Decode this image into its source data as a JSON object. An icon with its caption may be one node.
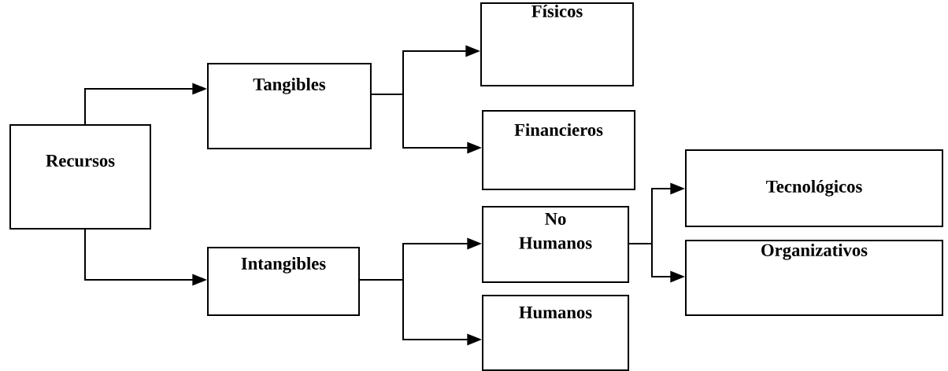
{
  "diagram": {
    "nodes": [
      {
        "text": [
          "Recursos"
        ]
      },
      {
        "text": [
          "Tangibles"
        ]
      },
      {
        "text": [
          "Intangibles"
        ]
      },
      {
        "text": [
          "Físicos"
        ]
      },
      {
        "text": [
          "Financieros"
        ]
      },
      {
        "text": [
          "No Humanos"
        ]
      },
      {
        "text": [
          "Humanos"
        ]
      },
      {
        "text": [
          "Tecnológicos"
        ]
      },
      {
        "text": [
          "Organizativos"
        ]
      }
    ],
    "edges": [
      {
        "from": 0,
        "to": 1,
        "arrow": "to"
      },
      {
        "from": 0,
        "to": 2,
        "arrow": "to"
      },
      {
        "from": 1,
        "to": 3,
        "arrow": "to"
      },
      {
        "from": 1,
        "to": 4,
        "arrow": "to"
      },
      {
        "from": 2,
        "to": 5,
        "arrow": "to"
      },
      {
        "from": 2,
        "to": 6,
        "arrow": "to"
      },
      {
        "from": 5,
        "to": 7,
        "arrow": "to"
      },
      {
        "from": 5,
        "to": 8,
        "arrow": "to"
      }
    ]
  }
}
